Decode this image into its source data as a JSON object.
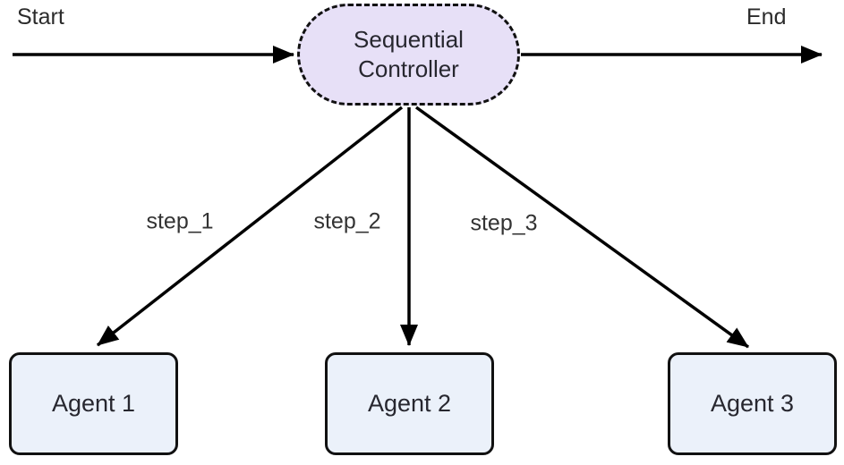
{
  "diagram": {
    "type": "flowchart",
    "start_label": "Start",
    "end_label": "End",
    "controller": {
      "label": "Sequential Controller",
      "line1": "Sequential",
      "line2": "Controller",
      "fill": "#e7e0f7",
      "border_color": "#111111",
      "border_style": "dashed"
    },
    "agents": [
      {
        "label": "Agent 1"
      },
      {
        "label": "Agent 2"
      },
      {
        "label": "Agent 3"
      }
    ],
    "edges": [
      {
        "label": "step_1"
      },
      {
        "label": "step_2"
      },
      {
        "label": "step_3"
      }
    ],
    "colors": {
      "agent_fill": "#ebf1fa",
      "node_border": "#111111",
      "line": "#000000",
      "node_text": "#27272f",
      "label_text": "#333333",
      "background": "#ffffff"
    }
  }
}
